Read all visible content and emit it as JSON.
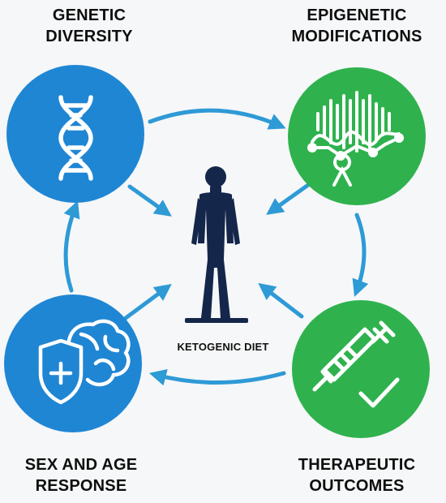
{
  "labels": {
    "top_left": [
      "GENETIC",
      "DIVERSITY"
    ],
    "top_right": [
      "EPIGENETIC",
      "MODIFICATIONS"
    ],
    "bottom_left": [
      "SEX AND AGE",
      "RESPONSE"
    ],
    "bottom_right": [
      "THERAPEUTIC",
      "OUTCOMES"
    ],
    "center": "KETOGENIC DIET"
  },
  "nodes": [
    {
      "id": "genetic-diversity",
      "color": "#1f86d4",
      "icon": "dna-icon"
    },
    {
      "id": "epigenetic-modifications",
      "color": "#2fb24e",
      "icon": "waveform-icon"
    },
    {
      "id": "therapeutic-outcomes",
      "color": "#2fb24e",
      "icon": "syringe-check-icon"
    },
    {
      "id": "sex-and-age-response",
      "color": "#1f86d4",
      "icon": "shield-brain-icon"
    }
  ],
  "colors": {
    "arrow": "#2e9ad6",
    "person": "#14264a",
    "background": "#f6f7f8"
  }
}
